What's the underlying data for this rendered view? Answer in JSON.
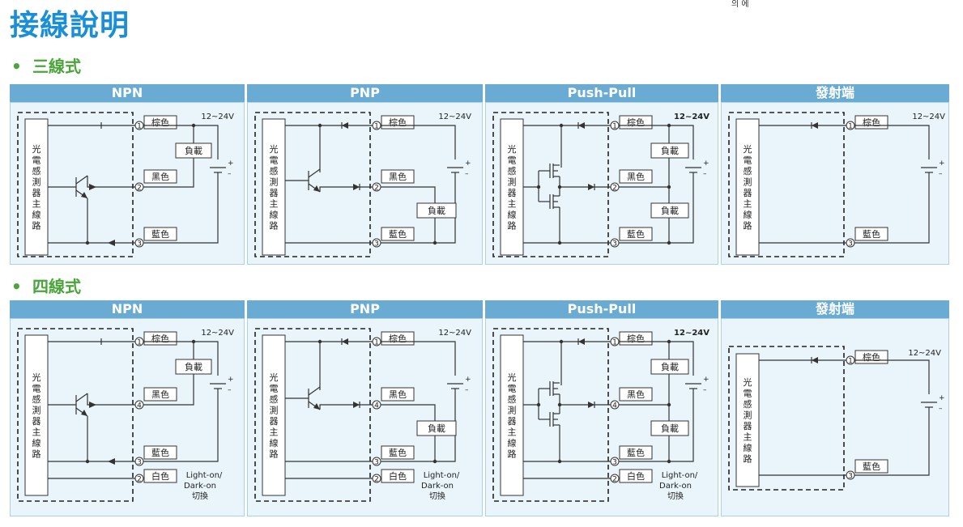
{
  "page": {
    "title": "接線說明",
    "corner_note": "의 에",
    "sections": [
      {
        "label": "三線式",
        "headers": [
          "NPN",
          "PNP",
          "Push-Pull",
          "發射端"
        ]
      },
      {
        "label": "四線式",
        "headers": [
          "NPN",
          "PNP",
          "Push-Pull",
          "發射端"
        ]
      }
    ]
  },
  "labels": {
    "sensor_body": "光電感測器主線路",
    "brown": "棕色",
    "black": "黑色",
    "blue": "藍色",
    "white": "白色",
    "load": "負載",
    "voltage": "12~24V",
    "plus": "+",
    "minus": "–",
    "mode_line1": "Light-on/",
    "mode_line2": "Dark-on",
    "mode_line3": "切換",
    "pin1": "1",
    "pin2": "2",
    "pin3": "3",
    "pin4": "4"
  },
  "colors": {
    "title": "#1a8fd6",
    "section": "#4aa63a",
    "header_bg": "#6aabd3",
    "panel_bg": "#e9f5fb"
  }
}
